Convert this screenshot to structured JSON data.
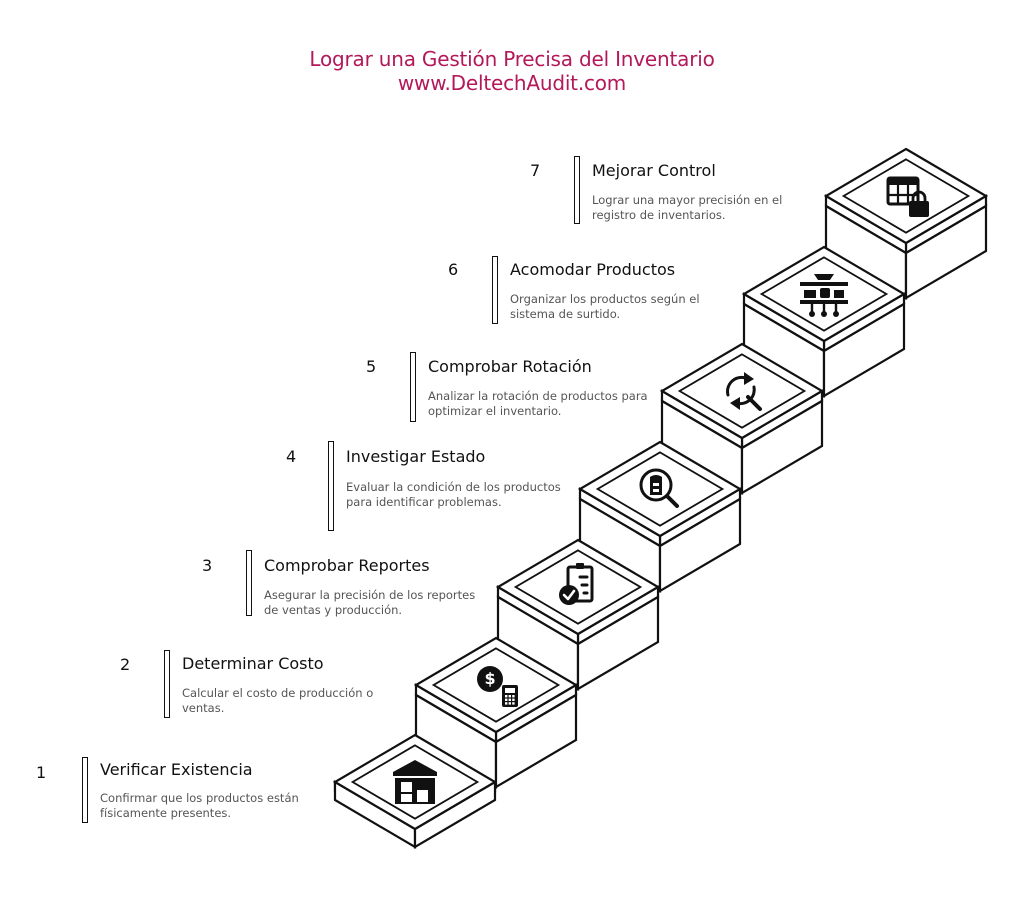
{
  "header": {
    "title": "Lograr una Gestión Precisa del Inventario",
    "subtitle": "www.DeltechAudit.com"
  },
  "colors": {
    "title": "#b3195a",
    "ink": "#111111",
    "desc": "#555555"
  },
  "steps": [
    {
      "number": "1",
      "title": "Verificar Existencia",
      "description": "Confirmar que los productos están físicamente presentes.",
      "icon": "warehouse-icon"
    },
    {
      "number": "2",
      "title": "Determinar Costo",
      "description": "Calcular el costo de producción o ventas.",
      "icon": "cost-calculator-icon"
    },
    {
      "number": "3",
      "title": "Comprobar Reportes",
      "description": "Asegurar la precisión de los reportes de ventas y producción.",
      "icon": "clipboard-check-icon"
    },
    {
      "number": "4",
      "title": "Investigar Estado",
      "description": "Evaluar la condición de los productos para identificar problemas.",
      "icon": "search-product-icon"
    },
    {
      "number": "5",
      "title": "Comprobar Rotación",
      "description": "Analizar la rotación de productos para optimizar el inventario.",
      "icon": "rotation-search-icon"
    },
    {
      "number": "6",
      "title": "Acomodar Productos",
      "description": "Organizar los productos según el sistema de surtido.",
      "icon": "shelf-products-icon"
    },
    {
      "number": "7",
      "title": "Mejorar Control",
      "description": "Lograr una mayor precisión en el registro de inventarios.",
      "icon": "table-lock-icon"
    }
  ]
}
